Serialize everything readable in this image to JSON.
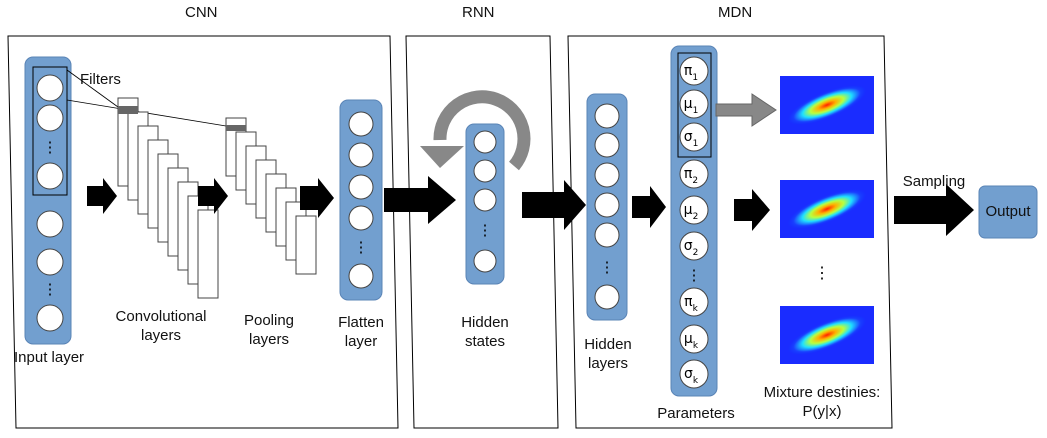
{
  "sections": {
    "cnn": "CNN",
    "rnn": "RNN",
    "mdn": "MDN"
  },
  "labels": {
    "filters": "Filters",
    "input_layer": "Input layer",
    "conv_layers_1": "Convolutional",
    "conv_layers_2": "layers",
    "pooling_1": "Pooling",
    "pooling_2": "layers",
    "flatten_1": "Flatten",
    "flatten_2": "layer",
    "hidden_states_1": "Hidden",
    "hidden_states_2": "states",
    "hidden_layers_1": "Hidden",
    "hidden_layers_2": "layers",
    "parameters": "Parameters",
    "mixture_1": "Mixture destinies:",
    "mixture_2": "P(y|x)",
    "sampling": "Sampling",
    "output": "Output",
    "dots": "⋮"
  },
  "parameters": [
    {
      "sym": "π",
      "sub": "1"
    },
    {
      "sym": "μ",
      "sub": "1"
    },
    {
      "sym": "σ",
      "sub": "1"
    },
    {
      "sym": "π",
      "sub": "2"
    },
    {
      "sym": "μ",
      "sub": "2"
    },
    {
      "sym": "σ",
      "sub": "2"
    },
    {
      "sym": "⋮",
      "sub": ""
    },
    {
      "sym": "π",
      "sub": "k"
    },
    {
      "sym": "μ",
      "sub": "k"
    },
    {
      "sym": "σ",
      "sub": "k"
    }
  ],
  "colors": {
    "layer_fill": "#729fcf",
    "layer_stroke": "#5a84b6",
    "arrow": "#000000",
    "grey_arrow": "#888888",
    "box_stroke": "#000000"
  }
}
